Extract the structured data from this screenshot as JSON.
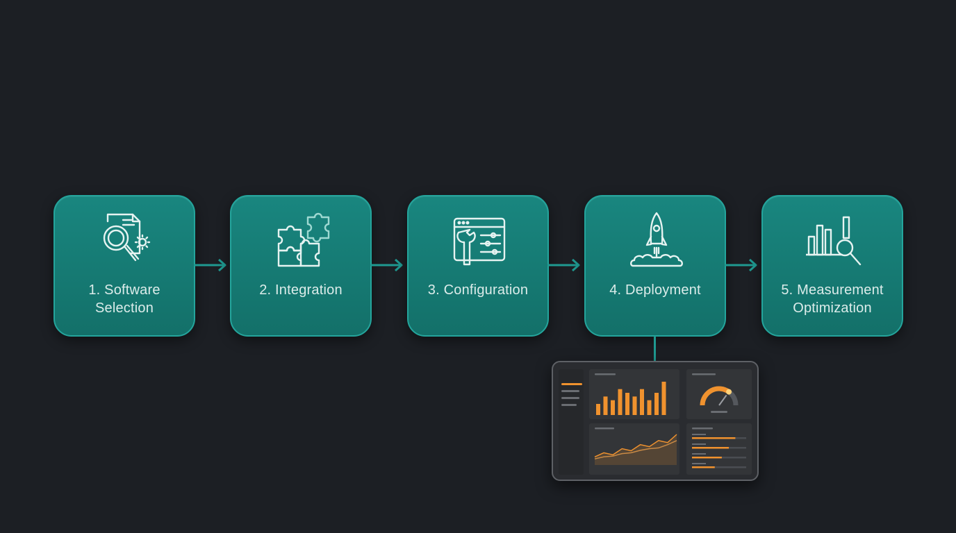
{
  "steps": [
    {
      "label": "1. Software\nSelection",
      "icon": "magnifier-document-gear-icon"
    },
    {
      "label": "2. Integration",
      "icon": "puzzle-pieces-icon"
    },
    {
      "label": "3. Configuration",
      "icon": "settings-window-wrench-icon"
    },
    {
      "label": "4. Deployment",
      "icon": "rocket-launch-icon"
    },
    {
      "label": "5. Measurement\nOptimization",
      "icon": "bar-chart-magnifier-icon"
    }
  ],
  "colors": {
    "background": "#1c1f24",
    "step_fill": "#17817a",
    "step_border": "#24a59c",
    "icon": "#e6f3f1",
    "connector": "#1f9a91",
    "accent": "#f0922e"
  },
  "dashboard": {
    "icon": "analytics-dashboard-icon",
    "bar_chart_values": [
      3,
      5,
      4,
      7,
      6,
      5,
      7,
      4,
      6,
      9
    ],
    "gauge_level": 0.7,
    "line_chart_series": [
      [
        2,
        3,
        2.5,
        4,
        3.5,
        5,
        4.5,
        6,
        5.5,
        7.5
      ],
      [
        1.5,
        2,
        2.2,
        2.8,
        3,
        3.6,
        4,
        4.2,
        5,
        6
      ]
    ],
    "progress_bars": [
      0.8,
      0.68,
      0.55,
      0.42
    ]
  }
}
